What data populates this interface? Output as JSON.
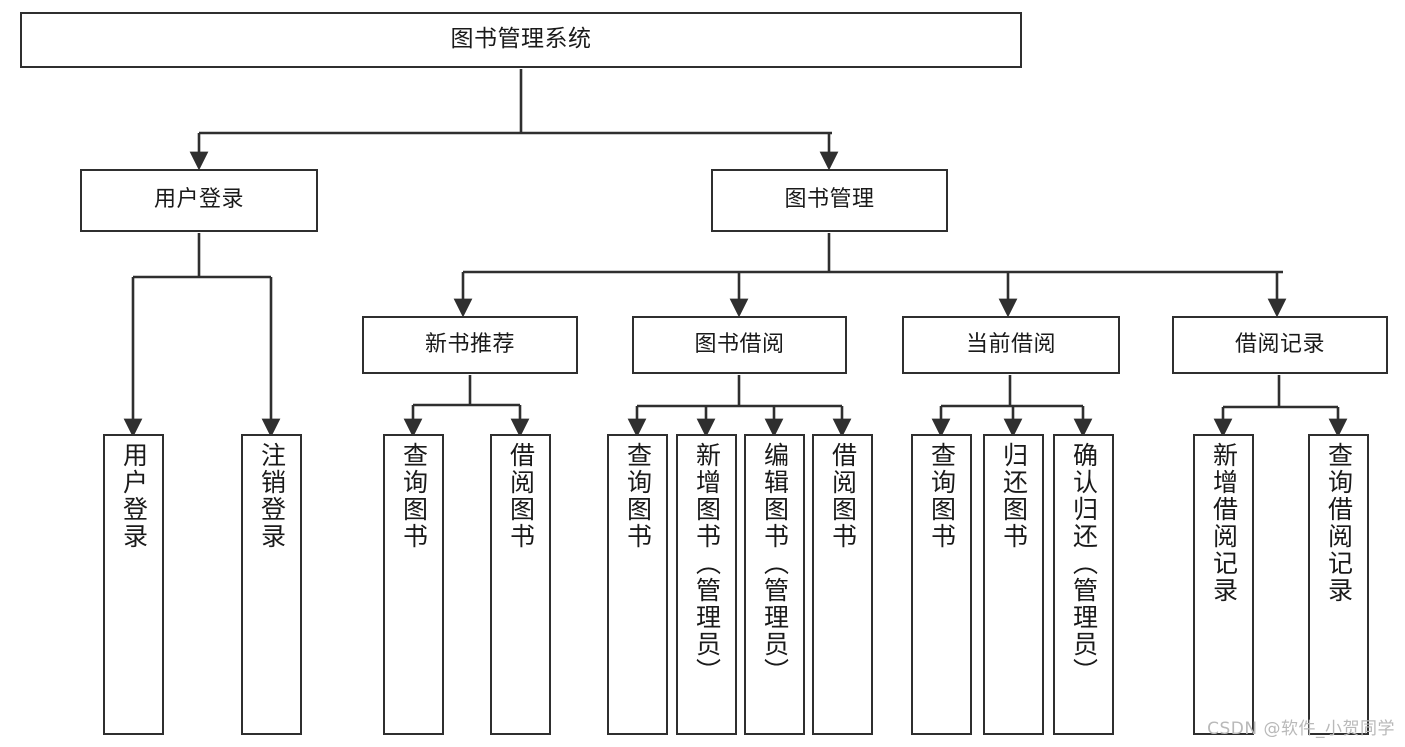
{
  "diagram": {
    "type": "hierarchy-tree",
    "title": "图书管理系统",
    "levels": 4,
    "root": {
      "id": "root",
      "label": "图书管理系统"
    },
    "level2": [
      {
        "id": "user-login",
        "label": "用户登录"
      },
      {
        "id": "book-manage",
        "label": "图书管理"
      }
    ],
    "level3": [
      {
        "id": "new-book-rec",
        "label": "新书推荐",
        "parent": "book-manage"
      },
      {
        "id": "book-borrow",
        "label": "图书借阅",
        "parent": "book-manage"
      },
      {
        "id": "current-borrow",
        "label": "当前借阅",
        "parent": "book-manage"
      },
      {
        "id": "borrow-record",
        "label": "借阅记录",
        "parent": "book-manage"
      }
    ],
    "leaves": [
      {
        "id": "leaf-user-login",
        "label": "用户登录",
        "parent": "user-login"
      },
      {
        "id": "leaf-user-logout",
        "label": "注销登录",
        "parent": "user-login"
      },
      {
        "id": "leaf-query-book-1",
        "label": "查询图书",
        "parent": "new-book-rec"
      },
      {
        "id": "leaf-borrow-book-1",
        "label": "借阅图书",
        "parent": "new-book-rec"
      },
      {
        "id": "leaf-query-book-2",
        "label": "查询图书",
        "parent": "book-borrow"
      },
      {
        "id": "leaf-add-book",
        "label": "新增图书（管理员）",
        "parent": "book-borrow"
      },
      {
        "id": "leaf-edit-book",
        "label": "编辑图书（管理员）",
        "parent": "book-borrow"
      },
      {
        "id": "leaf-borrow-book-2",
        "label": "借阅图书",
        "parent": "book-borrow"
      },
      {
        "id": "leaf-query-book-3",
        "label": "查询图书",
        "parent": "current-borrow"
      },
      {
        "id": "leaf-return-book",
        "label": "归还图书",
        "parent": "current-borrow"
      },
      {
        "id": "leaf-confirm-return",
        "label": "确认归还（管理员）",
        "parent": "current-borrow"
      },
      {
        "id": "leaf-add-record",
        "label": "新增借阅记录",
        "parent": "borrow-record"
      },
      {
        "id": "leaf-query-record",
        "label": "查询借阅记录",
        "parent": "borrow-record"
      }
    ],
    "colors": {
      "stroke": "#2f2f2f",
      "fill": "#ffffff",
      "text": "#1a1a1a",
      "watermark": "#b9b9b9"
    }
  },
  "watermark": {
    "text": "CSDN @软件_小贺同学"
  }
}
